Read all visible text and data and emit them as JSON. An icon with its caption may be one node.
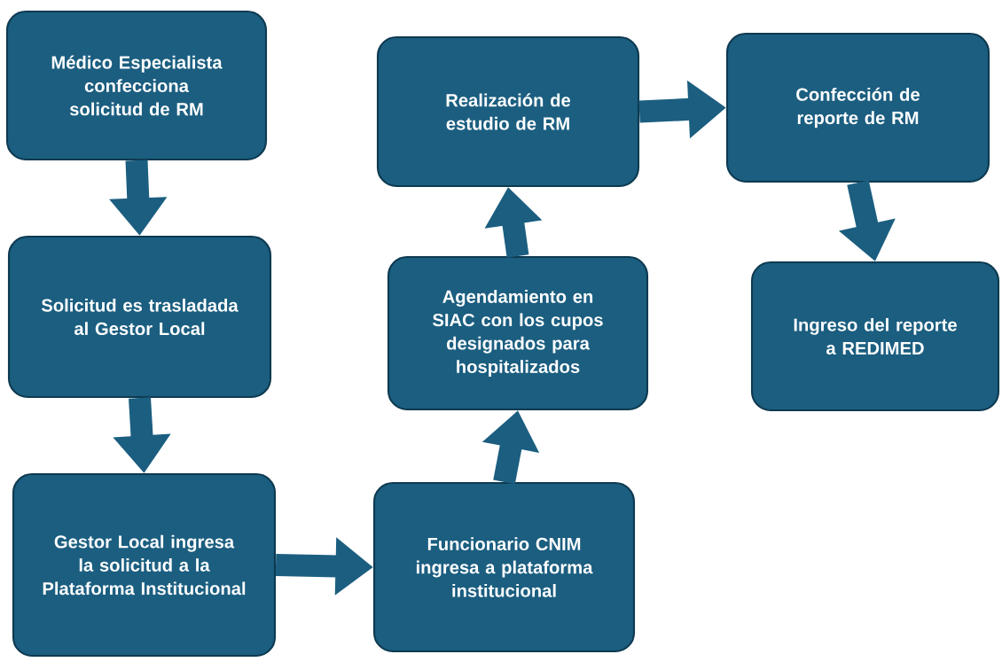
{
  "diagram": {
    "nodes": [
      {
        "text": [
          "Médico Especialista confecciona solicitud de RM"
        ]
      },
      {
        "text": [
          "Solicitud es trasladada al Gestor Local"
        ]
      },
      {
        "text": [
          "Gestor Local ingresa la solicitud a la Plataforma Institucional"
        ]
      },
      {
        "text": [
          "Funcionario CNIM ingresa a plataforma institucional"
        ]
      },
      {
        "text": [
          "Agendamiento en SIAC con los cupos designados para hospitalizados"
        ]
      },
      {
        "text": [
          "Realización de estudio de RM"
        ]
      },
      {
        "text": [
          "Confección de reporte de RM"
        ]
      },
      {
        "text": [
          "Ingreso del reporte a REDIMED"
        ]
      }
    ],
    "edges": [
      {
        "from": 0,
        "to": 1,
        "arrow": "to"
      },
      {
        "from": 1,
        "to": 2,
        "arrow": "to"
      },
      {
        "from": 2,
        "to": 3,
        "arrow": "to"
      },
      {
        "from": 3,
        "to": 4,
        "arrow": "to"
      },
      {
        "from": 4,
        "to": 5,
        "arrow": "to"
      },
      {
        "from": 5,
        "to": 6,
        "arrow": "to"
      },
      {
        "from": 6,
        "to": 7,
        "arrow": "to"
      }
    ]
  }
}
